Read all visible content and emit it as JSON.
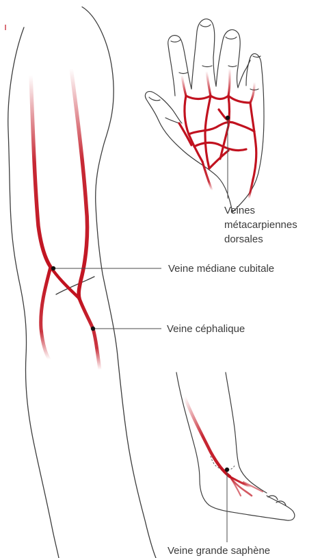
{
  "figure": {
    "labels": {
      "dorsal_metacarpal_line1": "Veines",
      "dorsal_metacarpal_line2": "métacarpiennes",
      "dorsal_metacarpal_line3": "dorsales",
      "median_cubital": "Veine médiane cubitale",
      "cephalic": "Veine céphalique",
      "great_saphenous": "Veine grande saphène"
    }
  },
  "colors": {
    "vein": "#c1121f",
    "outline": "#3c3c3c",
    "label_text": "#3a3a3a",
    "leader": "#4a4a4a"
  }
}
